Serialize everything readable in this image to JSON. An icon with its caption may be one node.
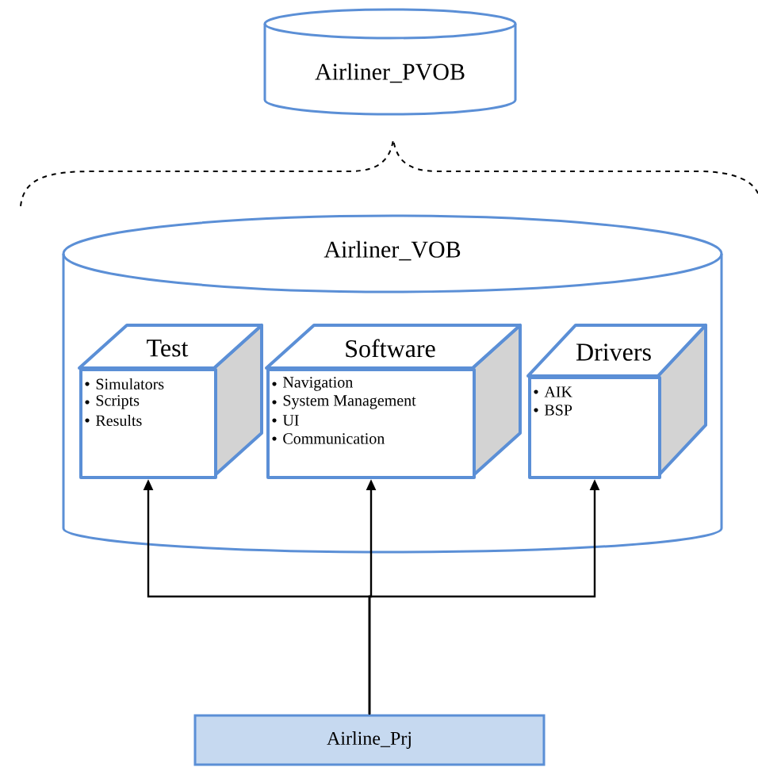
{
  "diagram": {
    "nodes": [
      {
        "text": [
          "Airliner_PVOB"
        ]
      },
      {
        "text": [
          "Airliner_VOB"
        ]
      },
      {
        "text": [
          "Test",
          "Simulators",
          "Scripts",
          "Results"
        ],
        "in": 1
      },
      {
        "text": [
          "Software",
          "Navigation",
          "System Management",
          "UI",
          "Communication"
        ],
        "in": 1
      },
      {
        "text": [
          "Drivers",
          "AIK",
          "BSP"
        ],
        "in": 1
      },
      {
        "text": [
          "Airline_Prj"
        ]
      }
    ],
    "edges": [
      {
        "from": 5,
        "to": 2,
        "arrow": "to"
      },
      {
        "from": 5,
        "to": 3,
        "arrow": "to"
      },
      {
        "from": 5,
        "to": 4,
        "arrow": "to"
      }
    ]
  }
}
